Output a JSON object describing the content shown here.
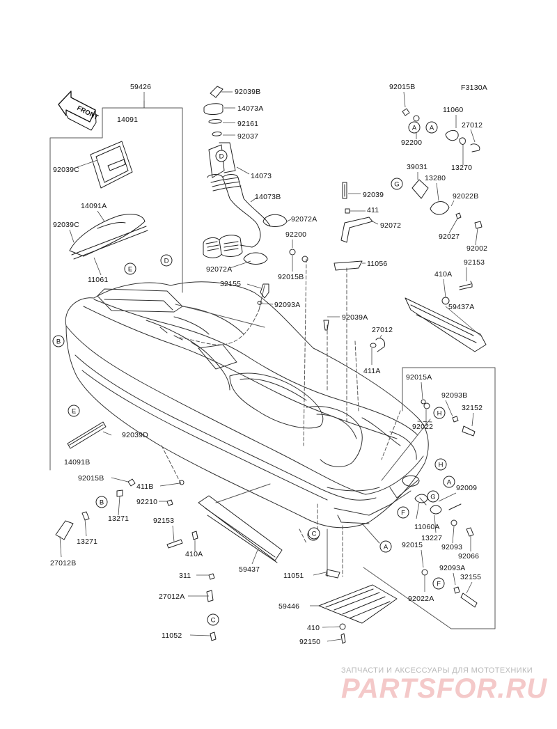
{
  "diagram_code": "F3130A",
  "front_label": "FRONT",
  "watermark": {
    "tagline": "ЗАПЧАСТИ И АКСЕССУАРЫ ДЛЯ МОТОТЕХНИКИ",
    "brand": "PARTSFOR.RU"
  },
  "labels": [
    "59426",
    "14091",
    "92039C",
    "14091A",
    "92039C",
    "11061",
    "92039D",
    "14091B",
    "92039B",
    "14073A",
    "92161",
    "92037",
    "14073",
    "14073B",
    "92072A",
    "92072A",
    "92039",
    "411",
    "92072",
    "92200",
    "92015B",
    "11056",
    "32155",
    "92093A",
    "92015B",
    "92200",
    "11060",
    "27012",
    "13270",
    "39031",
    "13280",
    "92022B",
    "92027",
    "92002",
    "92153",
    "410A",
    "59437A",
    "92039A",
    "27012",
    "411A",
    "92015A",
    "92093B",
    "32152",
    "92022",
    "92009",
    "11060A",
    "13227",
    "92093",
    "92066",
    "92015",
    "92093A",
    "32155",
    "92022A",
    "92015B",
    "411B",
    "92210",
    "13271",
    "13271",
    "27012B",
    "92153",
    "410A",
    "59437",
    "311",
    "27012A",
    "11052",
    "11051",
    "59446",
    "410",
    "92150"
  ],
  "callouts": [
    "A",
    "D",
    "E",
    "B",
    "E",
    "D",
    "G",
    "H",
    "A",
    "H",
    "A",
    "G",
    "F",
    "F",
    "C",
    "B",
    "C",
    "C",
    "A"
  ]
}
